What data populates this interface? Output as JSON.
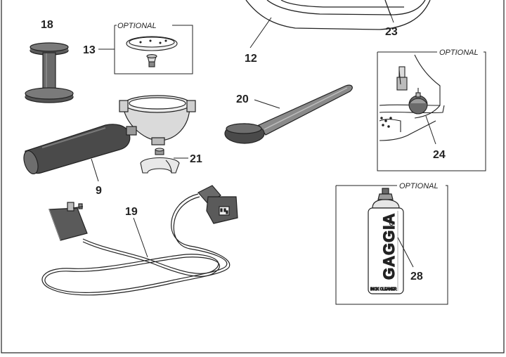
{
  "labels": {
    "n18": "18",
    "n13": "13",
    "n12": "12",
    "n23": "23",
    "n20": "20",
    "n24": "24",
    "n9": "9",
    "n21": "21",
    "n19": "19",
    "n28": "28"
  },
  "optional": {
    "box13": "OPTIONAL",
    "box24": "OPTIONAL",
    "box28": "OPTIONAL"
  },
  "can": {
    "brand": "GAGGIA",
    "sublabel": "INOX CLEANER"
  },
  "colors": {
    "line": "#222222",
    "dark_part": "#4a4a4a",
    "mid_part": "#8a8a8a",
    "light_part": "#d8d8d8"
  }
}
